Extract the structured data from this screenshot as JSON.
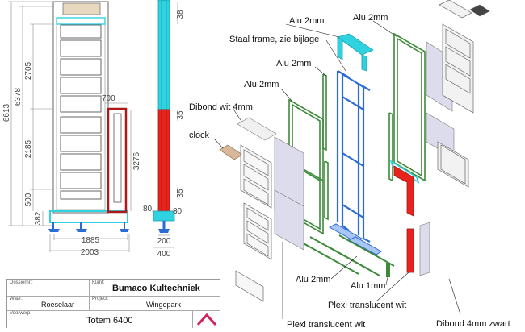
{
  "dimensions": {
    "total_height": "6613",
    "h_6378": "6378",
    "h_2705": "2705",
    "h_2185": "2185",
    "h_500": "500",
    "h_382": "382",
    "w_1885": "1885",
    "w_2003": "2003",
    "w_700": "700",
    "h_3276": "3276",
    "side_38": "38",
    "side_35a": "35",
    "side_35b": "35",
    "side_80a": "80",
    "side_80b": "80",
    "side_200": "200",
    "side_400": "400"
  },
  "callouts": {
    "alu_2mm_1": "Alu 2mm",
    "alu_2mm_2": "Alu 2mm",
    "staal_frame": "Staal frame, zie bijlage",
    "alu_2mm_3": "Alu 2mm",
    "alu_2mm_4": "Alu 2mm",
    "dibond_wit": "Dibond wit 4mm",
    "clock": "clock",
    "alu_2mm_5": "Alu 2mm",
    "alu_1mm": "Alu 1mm",
    "plexi_1": "Plexi translucent wit",
    "plexi_2": "Plexi translucent wit",
    "dibond_zwart": "Dibond 4mm zwart"
  },
  "title_block": {
    "dossier_label": "Dossiernr.:",
    "klant_label": "Klant:",
    "klant_value": "Bumaco Kultechniek",
    "waar_label": "Waar:",
    "waar_value": "Roeselaar",
    "project_label": "Project:",
    "project_value": "Wingepark",
    "voorwerp_label": "Voorwerp:",
    "voorwerp_value": "Totem 6400"
  },
  "colors": {
    "cyan": "#2fd3e0",
    "red": "#e8231c",
    "dark_red": "#a01818",
    "blue_frame": "#2a6bd6",
    "green_frame": "#3d8a3a",
    "logo": "#d4215e"
  }
}
